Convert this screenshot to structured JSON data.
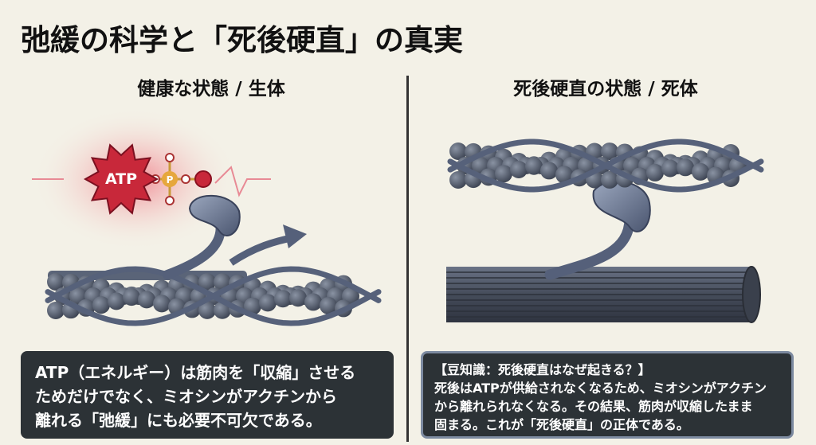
{
  "title": "弛緩の科学と「死後硬直」の真実",
  "left": {
    "heading": "健康な状態 / 生体",
    "atp_label": "ATP",
    "phosphate_label": "P",
    "caption_lines": [
      "ATP（エネルギー）は筋肉を「収縮」させる",
      "ためだけでなく、ミオシンがアクチンから",
      "離れる「弛緩」にも必要不可欠である。"
    ]
  },
  "right": {
    "heading": "死後硬直の状態 / 死体",
    "caption_lines": [
      "【豆知識：死後硬直はなぜ起きる？】",
      "死後はATPが供給されなくなるため、ミオシンがアクチン",
      "から離れられなくなる。その結果、筋肉が収縮したまま",
      "固まる。これが「死後硬直」の正体である。"
    ]
  },
  "colors": {
    "background": "#f3f1e7",
    "atp": "#c8283a",
    "bead": "#4a5262",
    "filament": "#5a6478",
    "box": "#2c3236"
  }
}
